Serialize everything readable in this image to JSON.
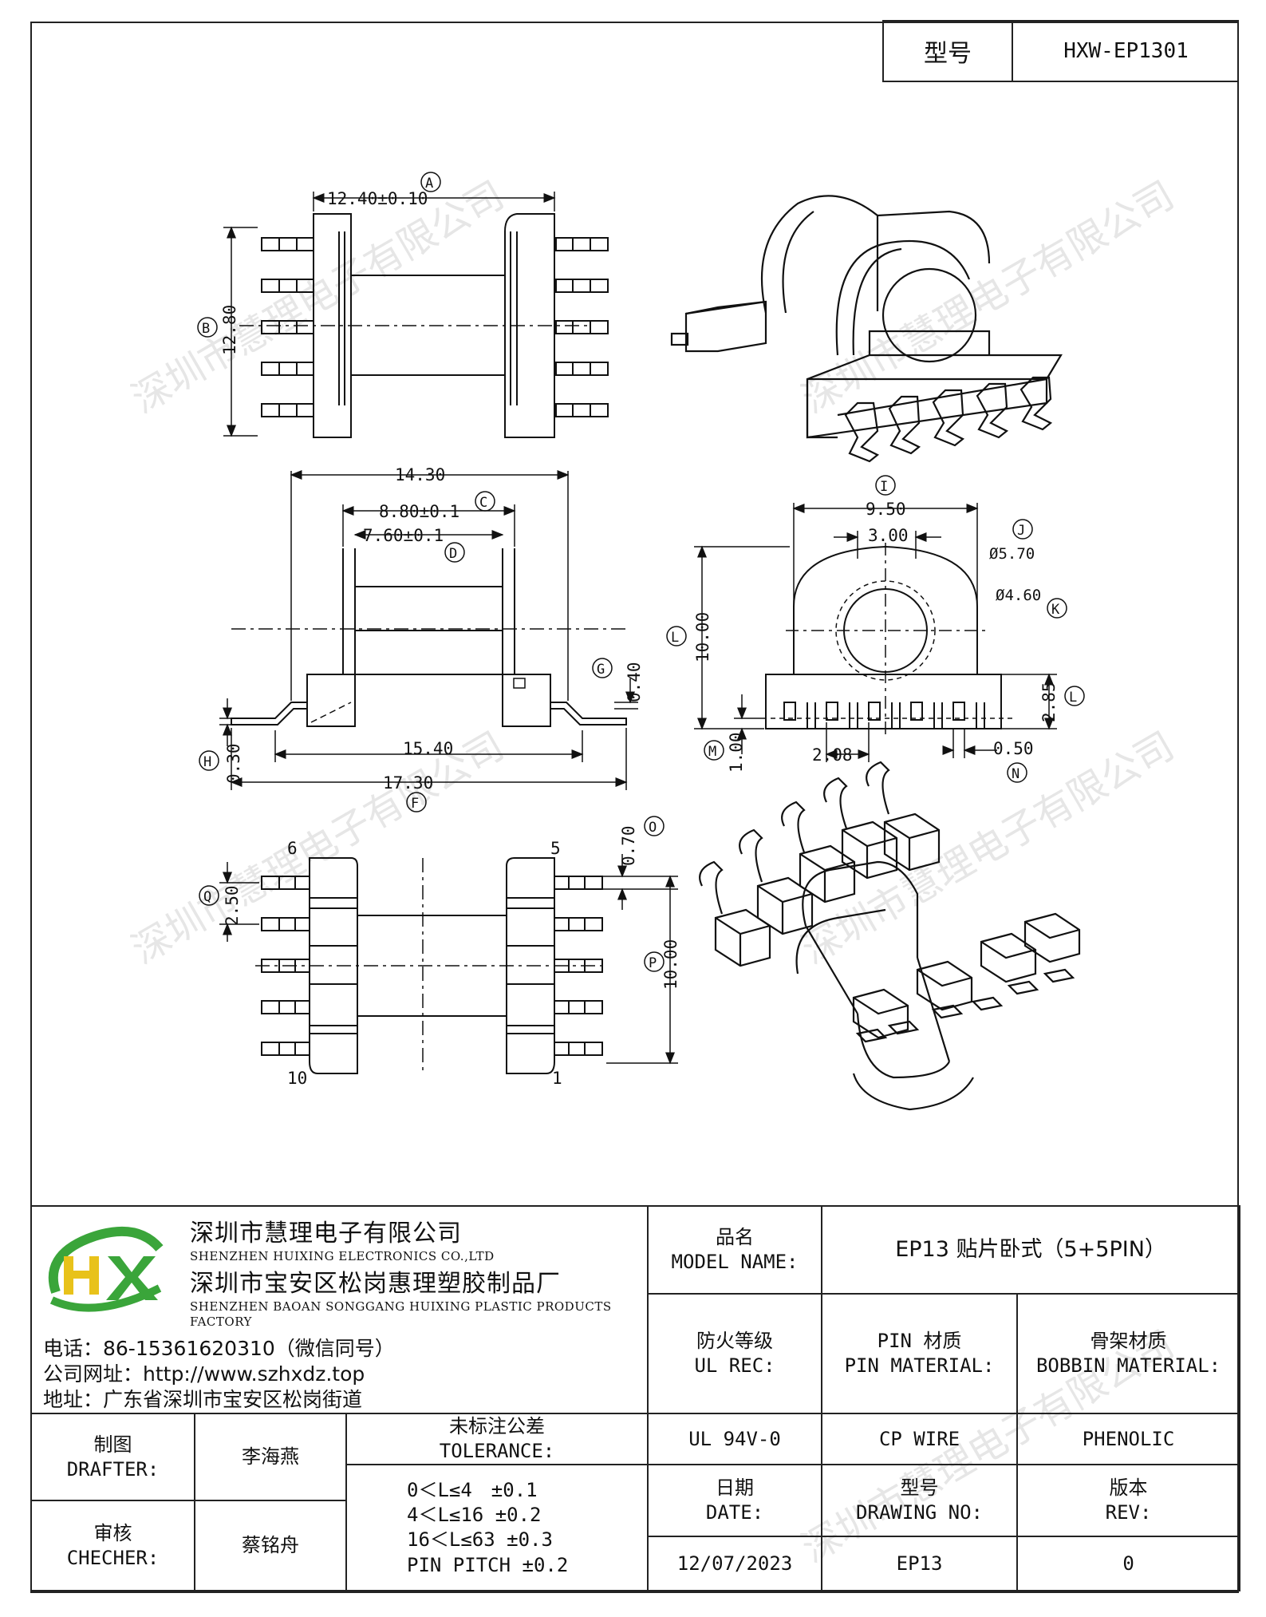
{
  "header": {
    "model_label": "型号",
    "model_value": "HXW-EP1301"
  },
  "watermark": "深圳市慧理电子有限公司",
  "drawing": {
    "dim_a": "12.40±0.10",
    "label_a": "A",
    "dim_b": "12.80",
    "label_b": "B",
    "dim_total_width": "14.30",
    "dim_c": "8.80±0.1",
    "label_c": "C",
    "dim_d": "7.60±0.1",
    "label_d": "D",
    "dim_g": "0.40",
    "label_g": "G",
    "dim_f_inner": "15.40",
    "dim_f": "17.30",
    "label_f": "F",
    "dim_h": "0.30",
    "label_h": "H",
    "dim_i": "9.50",
    "label_i": "I",
    "dim_core_slot": "3.00",
    "dim_j": "Ø5.70",
    "label_j": "J",
    "dim_k": "Ø4.60",
    "label_k": "K",
    "dim_height": "10.00",
    "label_height": "L",
    "dim_base": "2.85",
    "label_base": "L",
    "dim_pin_offset": "1.00",
    "label_pin_offset": "M",
    "dim_pitch": "2.08",
    "dim_pin_w": "0.50",
    "label_pin_w": "N",
    "dim_o": "0.70",
    "label_o": "O",
    "dim_q": "2.50",
    "label_q": "Q",
    "dim_p": "10.00",
    "label_p": "P",
    "pin_6": "6",
    "pin_5": "5",
    "pin_10": "10",
    "pin_1": "1"
  },
  "company": {
    "name_cn": "深圳市慧理电子有限公司",
    "name_en": "SHENZHEN HUIXING ELECTRONICS CO.,LTD",
    "factory_cn": "深圳市宝安区松岗惠理塑胶制品厂",
    "factory_en": "SHENZHEN BAOAN SONGGANG HUIXING PLASTIC PRODUCTS FACTORY",
    "phone": "电话：86-15361620310（微信同号）",
    "website": "公司网址：http://www.szhxdz.top",
    "address": "地址：广东省深圳市宝安区松岗街道",
    "logo_text": "HX",
    "logo_colors": {
      "green": "#3aa53a",
      "yellow": "#e8c21a",
      "blue": "#1a78c2"
    }
  },
  "block": {
    "model_name_cn": "品名",
    "model_name_en": "MODEL NAME:",
    "model_name_value": "EP13 贴片卧式（5+5PIN）",
    "ul_cn": "防火等级",
    "ul_en": "UL REC:",
    "pin_cn": "PIN 材质",
    "pin_en": "PIN MATERIAL:",
    "bobbin_cn": "骨架材质",
    "bobbin_en": "BOBBIN MATERIAL:",
    "ul_value": "UL 94V-0",
    "pin_value": "CP WIRE",
    "bobbin_value": "PHENOLIC",
    "drafter_cn": "制图",
    "drafter_en": "DRAFTER:",
    "drafter_name": "李海燕",
    "checker_cn": "审核",
    "checker_en": "CHECHER:",
    "checker_name": "蔡铭舟",
    "tol_cn": "未标注公差",
    "tol_en": "TOLERANCE:",
    "tol_lines": [
      "0＜L≤4　±0.1",
      "4＜L≤16 ±0.2",
      "16＜L≤63 ±0.3",
      "PIN PITCH ±0.2"
    ],
    "date_cn": "日期",
    "date_en": "DATE:",
    "date_value": "12/07/2023",
    "dwg_cn": "型号",
    "dwg_en": "DRAWING NO:",
    "dwg_value": "EP13",
    "rev_cn": "版本",
    "rev_en": "REV:",
    "rev_value": "0"
  }
}
